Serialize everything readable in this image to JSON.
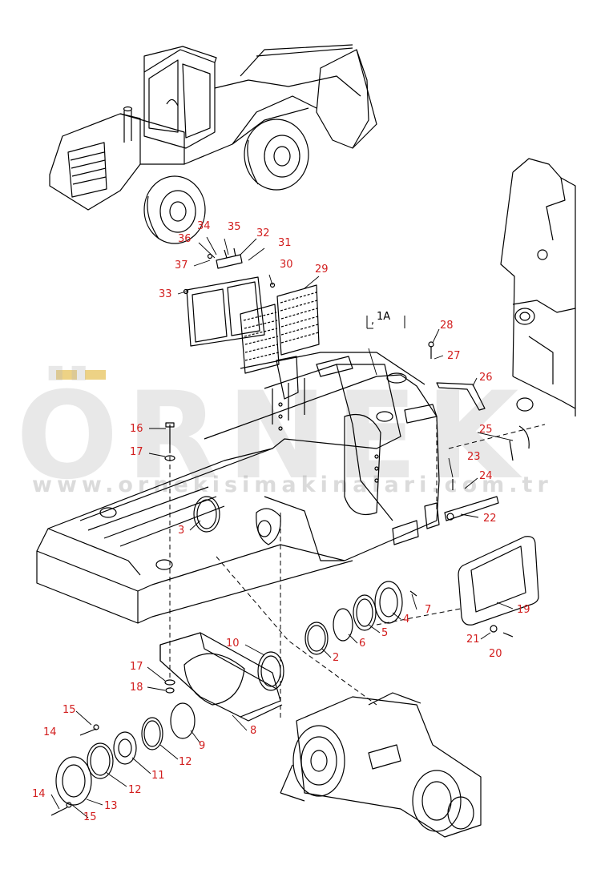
{
  "watermark": {
    "text": "ÖRNEK",
    "url": "www.ornekisimakinalari.com.tr",
    "accent_color": "#e8c766"
  },
  "group_label": "1A",
  "callout_color": "#d21e1e",
  "callouts": [
    {
      "id": "34",
      "label": "34"
    },
    {
      "id": "35",
      "label": "35"
    },
    {
      "id": "32",
      "label": "32"
    },
    {
      "id": "36",
      "label": "36"
    },
    {
      "id": "31",
      "label": "31"
    },
    {
      "id": "37",
      "label": "37"
    },
    {
      "id": "30",
      "label": "30"
    },
    {
      "id": "29",
      "label": "29"
    },
    {
      "id": "33",
      "label": "33"
    },
    {
      "id": "28",
      "label": "28"
    },
    {
      "id": "27",
      "label": "27"
    },
    {
      "id": "26",
      "label": "26"
    },
    {
      "id": "16",
      "label": "16"
    },
    {
      "id": "25",
      "label": "25"
    },
    {
      "id": "17a",
      "label": "17"
    },
    {
      "id": "23",
      "label": "23"
    },
    {
      "id": "24",
      "label": "24"
    },
    {
      "id": "22",
      "label": "22"
    },
    {
      "id": "3",
      "label": "3"
    },
    {
      "id": "7",
      "label": "7"
    },
    {
      "id": "19",
      "label": "19"
    },
    {
      "id": "4",
      "label": "4"
    },
    {
      "id": "5",
      "label": "5"
    },
    {
      "id": "6",
      "label": "6"
    },
    {
      "id": "21",
      "label": "21"
    },
    {
      "id": "20",
      "label": "20"
    },
    {
      "id": "10",
      "label": "10"
    },
    {
      "id": "2",
      "label": "2"
    },
    {
      "id": "17b",
      "label": "17"
    },
    {
      "id": "18",
      "label": "18"
    },
    {
      "id": "8",
      "label": "8"
    },
    {
      "id": "15a",
      "label": "15"
    },
    {
      "id": "14a",
      "label": "14"
    },
    {
      "id": "9",
      "label": "9"
    },
    {
      "id": "12a",
      "label": "12"
    },
    {
      "id": "11",
      "label": "11"
    },
    {
      "id": "12b",
      "label": "12"
    },
    {
      "id": "13",
      "label": "13"
    },
    {
      "id": "14b",
      "label": "14"
    },
    {
      "id": "15b",
      "label": "15"
    }
  ]
}
